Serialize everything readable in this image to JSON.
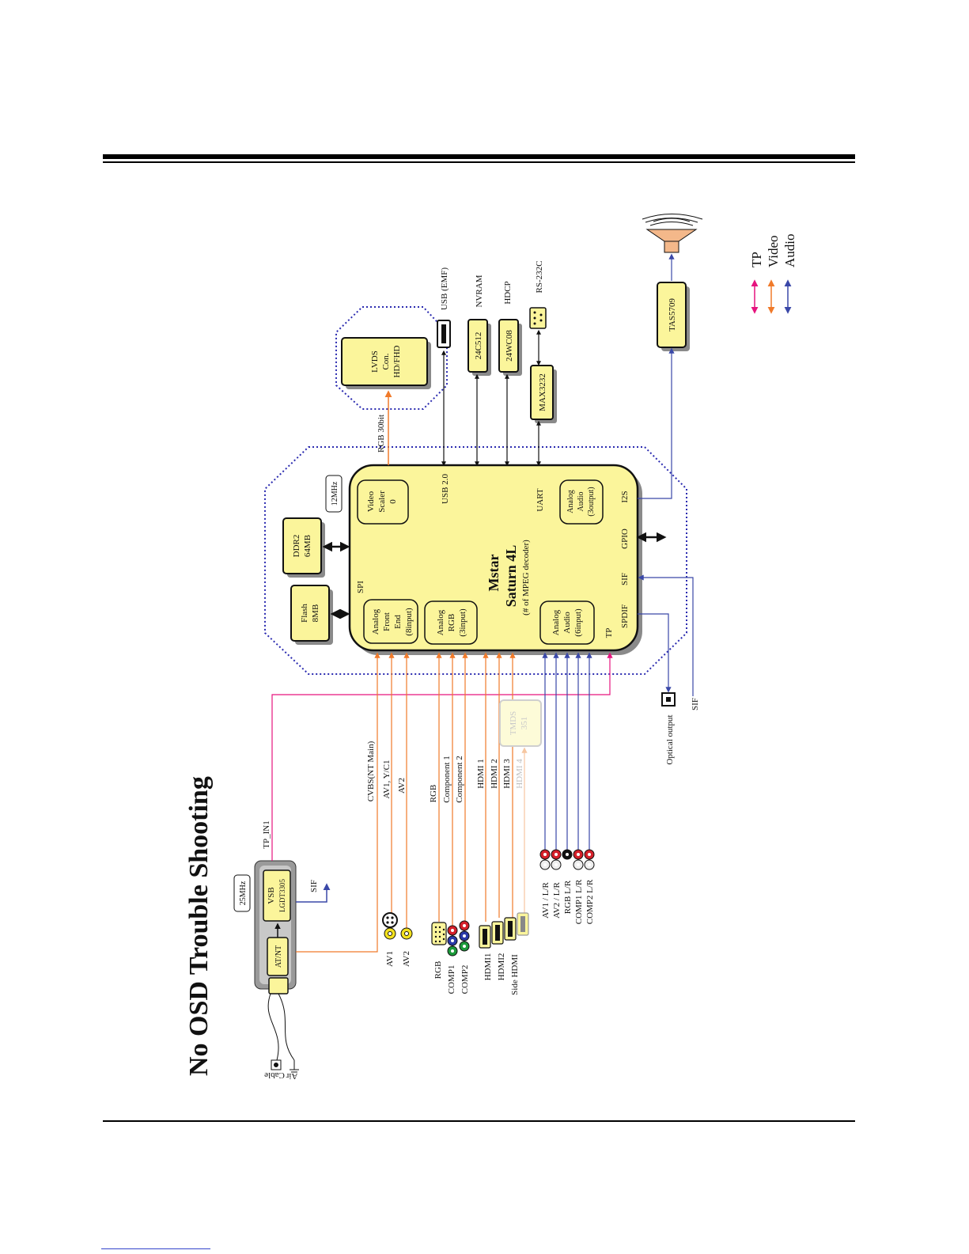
{
  "title": "No OSD Trouble Shooting",
  "legend": {
    "tp": "TP",
    "video": "Video",
    "audio": "Audio"
  },
  "colors": {
    "tp": "#e6147e",
    "video": "#f07a2a",
    "audio": "#3a48a8",
    "chip_fill": "#fbf59b",
    "frame": "#2b2bb0"
  },
  "tuner": {
    "clock": "25MHz",
    "block": "AT/NT",
    "demod": "VSB",
    "demod_part": "LGDT3305",
    "sif": "SIF",
    "tp_in": "TP_IN1",
    "air": "Air",
    "cable": "Cable"
  },
  "memory": {
    "flash_name": "Flash",
    "flash_size": "8MB",
    "ddr_name": "DDR2",
    "ddr_size": "64MB",
    "clock": "12MHz",
    "spi": "SPI"
  },
  "soc": {
    "name": "Mstar",
    "model": "Saturn 4L",
    "note": "(# of MPEG decoder)",
    "afe": [
      "Analog",
      "Front",
      "End",
      "(8input)"
    ],
    "argb": [
      "Analog",
      "RGB",
      "(3input)"
    ],
    "aaudio_in": [
      "Analog",
      "Audio",
      "(6input)"
    ],
    "scaler": [
      "Video",
      "Scaler",
      "0"
    ],
    "aaudio_out": [
      "Analog",
      "Audio",
      "(3output)"
    ],
    "usb": "USB 2.0",
    "uart": "UART",
    "i2s": "I2S",
    "gpio": "GPIO",
    "sif": "SIF",
    "spdif": "SPDIF",
    "tp": "TP"
  },
  "outputs": {
    "rgb_bus": "RGB 30bit",
    "lvds": [
      "LVDS",
      "Con.",
      "HD/FHD"
    ],
    "usb": "USB (EMF)",
    "nvram": "NVRAM",
    "nvram_part": "24C512",
    "hdcp": "HDCP",
    "hdcp_part": "24WC08",
    "rs232": "RS-232C",
    "rs232_part": "MAX3232",
    "amp": "TAS5709",
    "optical": "Optical output",
    "sif_in": "SIF"
  },
  "video_inputs": {
    "signals": [
      "CVBS(NT Main)",
      "AV1, Y/C1",
      "AV2",
      "RGB",
      "Component 1",
      "Component 2",
      "HDMI 1",
      "HDMI 2",
      "HDMI 3",
      "HDMI 4"
    ],
    "connectors": [
      "AV1",
      "AV2",
      "RGB",
      "COMP1",
      "COMP2",
      "HDMI1",
      "HDMI2",
      "Side HDMI"
    ],
    "tmds": "TMDS",
    "tmds_part": "351"
  },
  "audio_inputs": [
    "AV1 / L/R",
    "AV2 / L/R",
    "RGB L/R",
    "COMP1 L/R",
    "COMP2 L/R"
  ]
}
